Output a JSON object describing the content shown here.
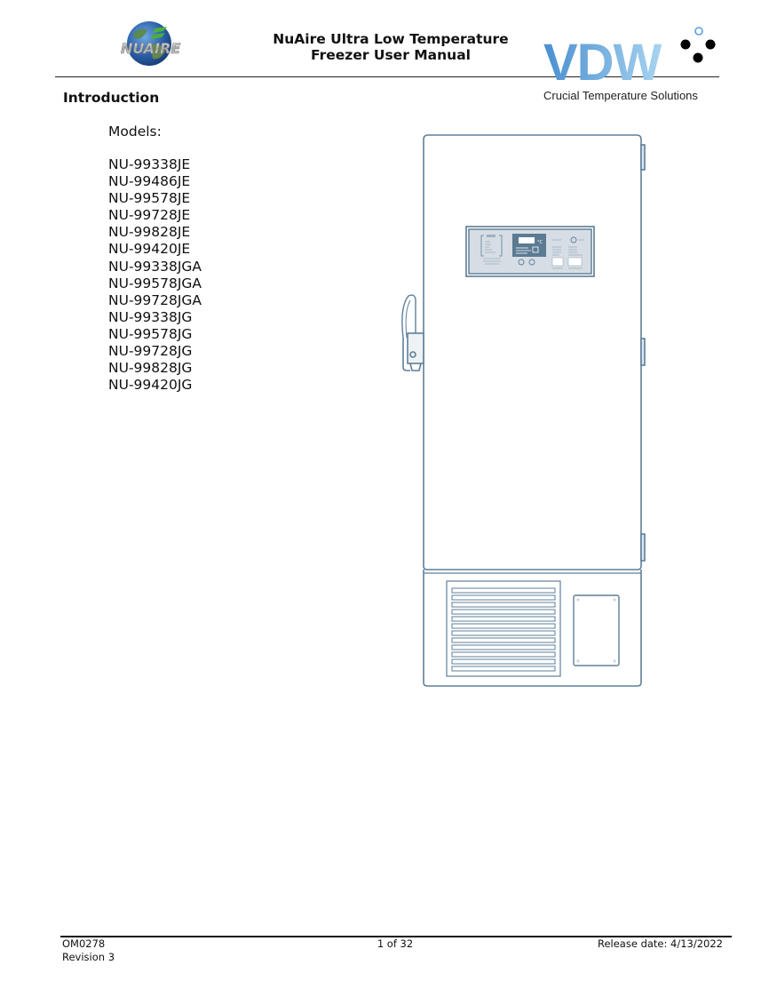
{
  "header": {
    "logo_left": {
      "name": "NuAire",
      "text": "NUAIRE"
    },
    "title_line1": "NuAire Ultra Low Temperature",
    "title_line2": "Freezer User Manual",
    "logo_right": {
      "text": "VDW",
      "tagline": "Crucial Temperature Solutions",
      "colors": {
        "gradient_start": "#4a8fd0",
        "gradient_end": "#a8d4f0",
        "dots": "#000000",
        "ring": "#5aa0dc"
      }
    }
  },
  "section": {
    "title": "Introduction"
  },
  "models": {
    "label": "Models:",
    "items": [
      "NU-99338JE",
      "NU-99486JE",
      "NU-99578JE",
      "NU-99728JE",
      "NU-99828JE",
      "NU-99420JE",
      "NU-99338JGA",
      "NU-99578JGA",
      "NU-99728JGA",
      "NU-99338JG",
      "NU-99578JG",
      "NU-99728JG",
      "NU-99828JG",
      "NU-99420JG"
    ]
  },
  "illustration": {
    "subject": "upright ultra low temperature freezer",
    "line_color": "#5e7f99",
    "panel_color": "#5b7b93",
    "panel_inner_color": "#d6dde4"
  },
  "footer": {
    "doc_number": "OM0278",
    "revision": "Revision 3",
    "page": "1 of 32",
    "release_date": "Release date: 4/13/2022"
  }
}
